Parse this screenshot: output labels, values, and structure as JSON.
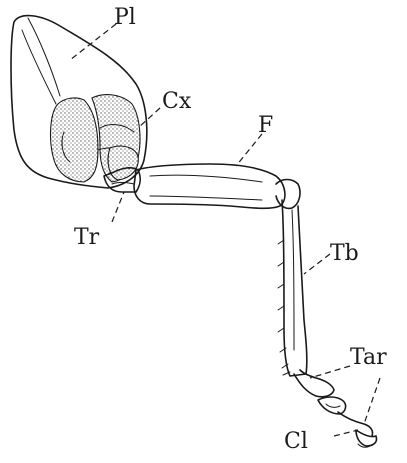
{
  "labels": {
    "pleuron": "Pl",
    "coxa": "Cx",
    "trochanter": "Tr",
    "femur": "F",
    "tibia": "Tb",
    "tarsus": "Tar",
    "claw": "Cl"
  },
  "colors": {
    "ink": "#1a1a1a",
    "background": "#ffffff"
  }
}
